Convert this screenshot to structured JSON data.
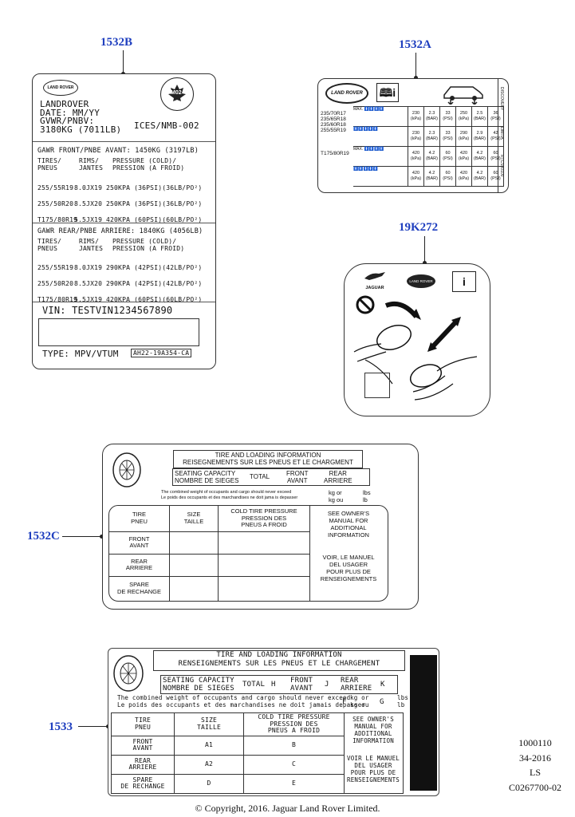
{
  "callouts": {
    "b1532": "1532B",
    "a1532": "1532A",
    "k19272": "19K272",
    "c1532": "1532C",
    "l1533": "1533"
  },
  "label_1532b": {
    "brand_badge": "LAND ROVER",
    "lines": [
      "LANDROVER",
      "DATE: MM/YY",
      "GVWR/PNBV:",
      "3180KG (7011LB)"
    ],
    "ices": "ICES/NMB-002",
    "seal_text": "M02",
    "front_title": "GAWR FRONT/PNBE AVANT: 1450KG (3197LB)",
    "front_headers": [
      "TIRES/ PNEUS",
      "RIMS/ JANTES",
      "PRESSURE (COLD)/ PRESSION (A FROID)"
    ],
    "front_rows": [
      [
        "255/55R19",
        "8.0JX19",
        "250KPA (36PSI)(36LB/PO²)"
      ],
      [
        "255/50R20",
        "8.5JX20",
        "250KPA (36PSI)(36LB/PO²)"
      ],
      [
        "T175/80R19",
        "5.5JX19",
        "420KPA (60PSI)(60LB/PO²)"
      ]
    ],
    "rear_title": "GAWR REAR/PNBE ARRIERE: 1840KG (4056LB)",
    "rear_headers": [
      "TIRES/ PNEUS",
      "RIMS/ JANTES",
      "PRESSURE (COLD)/ PRESSION (A FROID)"
    ],
    "rear_rows": [
      [
        "255/55R19",
        "8.0JX19",
        "290KPA (42PSI)(42LB/PO²)"
      ],
      [
        "255/50R20",
        "8.5JX20",
        "290KPA (42PSI)(42LB/PO²)"
      ],
      [
        "T175/80R19",
        "5.5JX19",
        "420KPA (60PSI)(60LB/PO²)"
      ]
    ],
    "vin": "VIN:  TESTVIN1234567890",
    "type": "TYPE: MPV/VTUM",
    "part": "AH22-19A354-CA"
  },
  "label_1532a": {
    "brand_badge": "LAND ROVER",
    "side_text": [
      "DISCOVERY",
      "LIMITA",
      "RTCS00100"
    ],
    "tire_sizes_a": [
      "235/70R17",
      "235/65R18",
      "235/60R18",
      "255/55R19"
    ],
    "tire_sizes_b": [
      "T175/80R19"
    ],
    "max": "MAX.",
    "rows": [
      [
        "230",
        "2.3",
        "33",
        "250",
        "2.5",
        "36"
      ],
      [
        "230",
        "2.3",
        "33",
        "290",
        "2.9",
        "42"
      ],
      [
        "420",
        "4.2",
        "60",
        "420",
        "4.2",
        "60"
      ],
      [
        "420",
        "4.2",
        "60",
        "420",
        "4.2",
        "60"
      ]
    ],
    "units": [
      "(kPa)",
      "(BAR)",
      "(PSI)",
      "(kPa)",
      "(BAR)",
      "(PSI)"
    ]
  },
  "label_19k272": {
    "jaguar": "JAGUAR",
    "landrover": "LAND ROVER"
  },
  "label_1532c": {
    "title1": "TIRE AND LOADING INFORMATION",
    "title2": "REISEGNEMENTS SUR LES PNEUS ET LE CHARGMENT",
    "seating1": "SEATING CAPACITY",
    "seating2": "NOMBRE DE SIEGES",
    "total": "TOTAL",
    "front1": "FRONT",
    "front2": "AVANT",
    "rear1": "REAR",
    "rear2": "ARRIERE",
    "combined1": "The combined weight of occupants and cargo should never exceed",
    "combined2": "Le poids des occupants et des marchandises ne doit jama is depasser",
    "kg_or": "kg or",
    "kg_ou": "kg ou",
    "lbs": "lbs",
    "lb": "lb",
    "col_tire": "TIRE\nPNEU",
    "col_size": "SIZE\nTAILLE",
    "col_cold": "COLD TIRE PRESSURE\nPRESSION DES\nPNEUS A FROID",
    "see_owners": "SEE OWNER'S\nMANUAL FOR\nADDITIONAL\nINFORMATION",
    "voir": "VOIR, LE MANUEL\nDEL USAGER\nPOUR PLUS DE\nRENSEIGNEMENTS",
    "rows": [
      "FRONT\nAVANT",
      "REAR\nARRIERE",
      "SPARE\nDE RECHANGE"
    ]
  },
  "label_1533": {
    "title1": "TIRE AND LOADING INFORMATION",
    "title2": "RENSEIGNEMENTS SUR LES PNEUS ET LE CHARGEMENT",
    "seating1": "SEATING CAPACITY",
    "seating2": "NOMBRE DE SIEGES",
    "total": "TOTAL",
    "h": "H",
    "front1": "FRONT",
    "front2": "AVANT",
    "j": "J",
    "rear1": "REAR",
    "rear2": "ARRIERE",
    "k": "K",
    "combined1": "The combined weight of occupants and cargo should never exceed",
    "combined2": "Le poids des occupants et des marchandises ne doit jamais depasser",
    "f": "F",
    "g": "G",
    "kg_or": "kg or",
    "kg_ou": "kg ou",
    "lbs": "lbs",
    "lb": "lb",
    "col_tire": "TIRE\nPNEU",
    "col_size": "SIZE\nTAILLE",
    "col_cold": "COLD TIRE PRESSURE\nPRESSION DES\nPNEUS A FROID",
    "see_owners": "SEE OWNER'S\nMANUAL FOR\nADDITIONAL\nINFORMATION",
    "voir": "VOIR LE MANUEL\nDEL USAGER\nPOUR PLUS DE\nRENSEIGNEMENTS",
    "rows": [
      {
        "label": "FRONT\nAVANT",
        "size": "A1",
        "pressure": "B"
      },
      {
        "label": "REAR\nARRIERE",
        "size": "A2",
        "pressure": "C"
      },
      {
        "label": "SPARE\nDE RECHANGE",
        "size": "D",
        "pressure": "E"
      }
    ]
  },
  "footer": {
    "ref_lines": [
      "1000110",
      "34-2016",
      "LS",
      "C0267700-02"
    ],
    "copyright": "© Copyright, 2016. Jaguar Land Rover Limited."
  }
}
